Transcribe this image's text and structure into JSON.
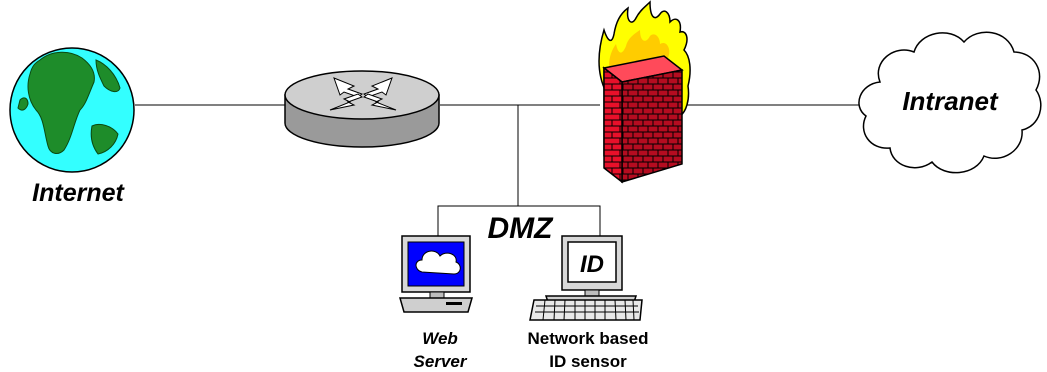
{
  "labels": {
    "internet": "Internet",
    "intranet": "Intranet",
    "dmz": "DMZ",
    "web_server_line1": "Web",
    "web_server_line2": "Server",
    "sensor_line1": "Network based",
    "sensor_line2": "ID sensor",
    "id_screen": "ID"
  },
  "icons": [
    "globe-icon",
    "router-icon",
    "firewall-icon",
    "cloud-icon",
    "web-server-icon",
    "id-sensor-icon"
  ],
  "colors": {
    "ocean": "#33ffff",
    "land": "#1e8c2a",
    "router": "#c8c8c8",
    "brick": "#e8102a",
    "flame": "#ffff00",
    "screen_blue": "#0000ff",
    "cloud_white": "#ffffff"
  }
}
